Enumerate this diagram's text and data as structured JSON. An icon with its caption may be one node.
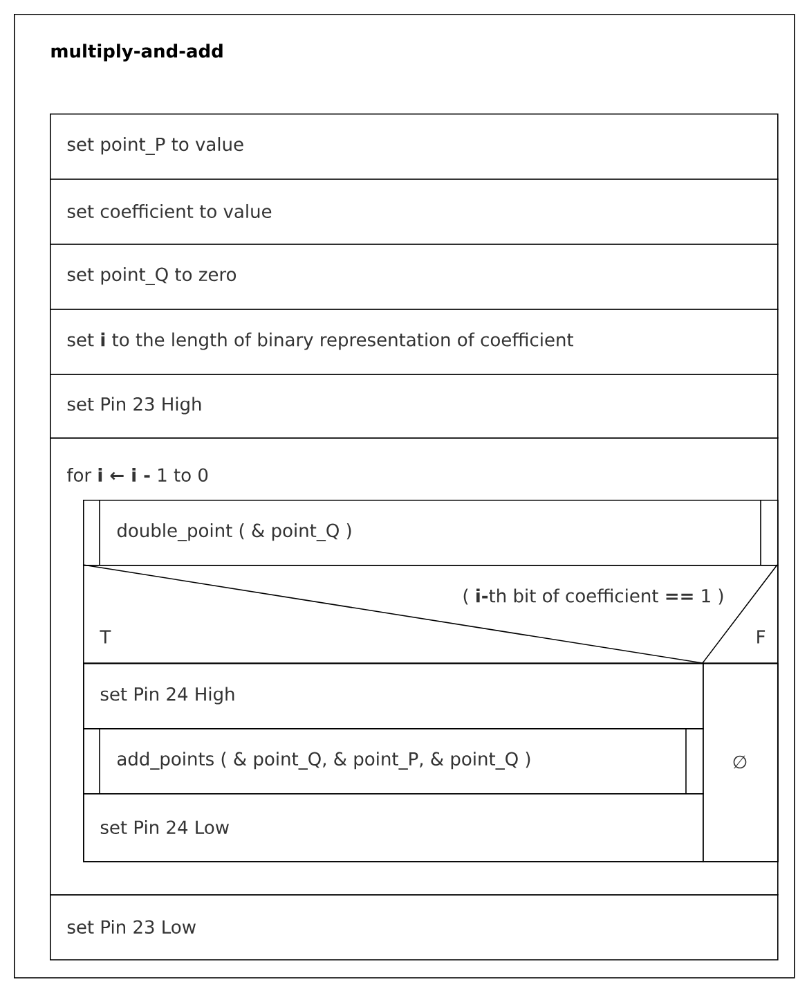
{
  "diagram": {
    "nodes": [
      {
        "text": [
          "multiply-and-add"
        ]
      },
      {
        "text": [
          "set point_P to value"
        ],
        "in": 0
      },
      {
        "text": [
          "set coefficient to value"
        ],
        "in": 0
      },
      {
        "text": [
          "set point_Q to zero"
        ],
        "in": 0
      },
      {
        "text": [
          "set **i** to the length of binary representation of coefficient"
        ],
        "in": 0
      },
      {
        "text": [
          "set Pin 23 High"
        ],
        "in": 0
      },
      {
        "text": [
          "for **i ← i -** 1 to 0"
        ],
        "in": 0
      },
      {
        "text": [
          "double_point ( & point_Q )"
        ],
        "in": 6
      },
      {
        "text": [
          "( **i-**th bit of coefficient **==** 1 )",
          "T",
          "F"
        ],
        "in": 6
      },
      {
        "text": [
          "set Pin 24 High"
        ],
        "in": 8
      },
      {
        "text": [
          "add_points ( & point_Q, & point_P, & point_Q )"
        ],
        "in": 8
      },
      {
        "text": [
          "set Pin 24 Low"
        ],
        "in": 8
      },
      {
        "text": [
          "∅"
        ],
        "in": 8
      },
      {
        "text": [
          "set Pin 23 Low"
        ],
        "in": 0
      }
    ]
  }
}
